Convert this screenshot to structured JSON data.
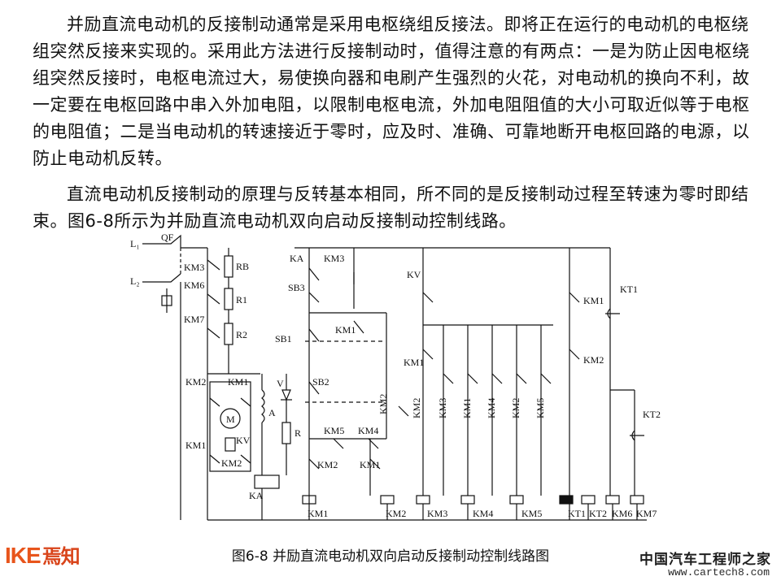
{
  "paragraphs": [
    "并励直流电动机的反接制动通常是采用电枢绕组反接法。即将正在运行的电动机的电枢绕组突然反接来实现的。采用此方法进行反接制动时，值得注意的有两点：一是为防止因电枢绕组突然反接时，电枢电流过大，易使换向器和电刷产生强烈的火花，对电动机的换向不利，故一定要在电枢回路中串入外加电阻，以限制电枢电流，外加电阻阻值的大小可取近似等于电枢的电阻值；二是当电动机的转速接近于零时，应及时、准确、可靠地断开电枢回路的电源，以防止电动机反转。",
    "直流电动机反接制动的原理与反转基本相同，所不同的是反接制动过程至转速为零时即结束。图6-8所示为并励直流电动机双向启动反接制动控制线路。"
  ],
  "caption": "图6-8 并励直流电动机双向启动反接制动控制线路图",
  "logo": {
    "brand": "IKE",
    "cn": "焉知"
  },
  "watermark": {
    "cn": "中国汽车工程师之家",
    "url": "www.cartech8.com"
  },
  "colors": {
    "logo": "#e8551c",
    "text": "#111111"
  },
  "labels": {
    "l1": "L₁",
    "l2": "L₂",
    "qf": "QF",
    "km3a": "KM3",
    "km6a": "KM6",
    "km7a": "KM7",
    "rb": "RB",
    "r1": "R1",
    "r2": "R2",
    "km2a": "KM2",
    "km1a": "KM1",
    "m": "M",
    "kv": "KV",
    "km1b": "KM1",
    "km2b": "KM2",
    "v": "V",
    "a": "A",
    "r": "R",
    "ka": "KA",
    "ka2": "KA",
    "km3b": "KM3",
    "sb3": "SB3",
    "sb1": "SB1",
    "km1c": "KM1",
    "sb2": "SB2",
    "km5a": "KM5",
    "km4a": "KM4",
    "km2c": "KM2",
    "km2d": "KM2",
    "km1d": "KM1",
    "kvb": "KV",
    "km1e": "KM1",
    "v2": "KM2",
    "v3": "KM3",
    "v4": "KM1",
    "v5": "KM4",
    "v6": "KM2",
    "v7": "KM5",
    "km1f": "KM1",
    "km2f": "KM2",
    "kt1a": "KT1",
    "kt2a": "KT2",
    "c1": "KM1",
    "c2": "KM2",
    "c3": "KM3",
    "c4": "KM4",
    "c5": "KM5",
    "c6": "KT1",
    "c7": "KT2",
    "c8": "KM6",
    "c9": "KM7"
  }
}
